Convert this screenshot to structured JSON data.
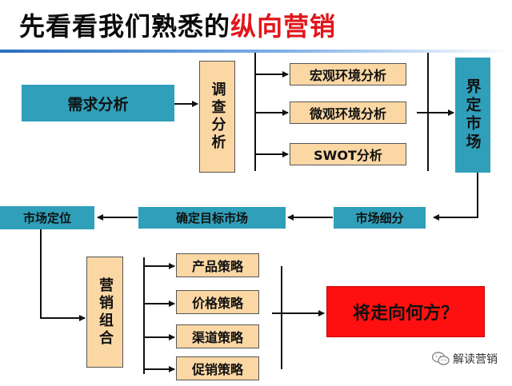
{
  "title": {
    "part1": "先看看我们熟悉的",
    "part2": "纵向营销"
  },
  "nodes": {
    "demand_analysis": "需求分析",
    "survey_analysis": "调查分析",
    "macro_env": "宏观环境分析",
    "micro_env": "微观环境分析",
    "swot": "SWOT分析",
    "define_market": "界定市场",
    "market_segment": "市场细分",
    "target_market": "确定目标市场",
    "market_position": "市场定位",
    "marketing_mix": "营销组合",
    "product": "产品策略",
    "price": "价格策略",
    "channel": "渠道策略",
    "promotion": "促销策略",
    "where_to": "将走向何方？"
  },
  "watermark": {
    "text": "解读营销",
    "icon": "wechat-icon"
  },
  "colors": {
    "teal": "#2f9fba",
    "peach": "#fbd7a4",
    "red": "#ff1010",
    "title_red": "#e0161b"
  }
}
